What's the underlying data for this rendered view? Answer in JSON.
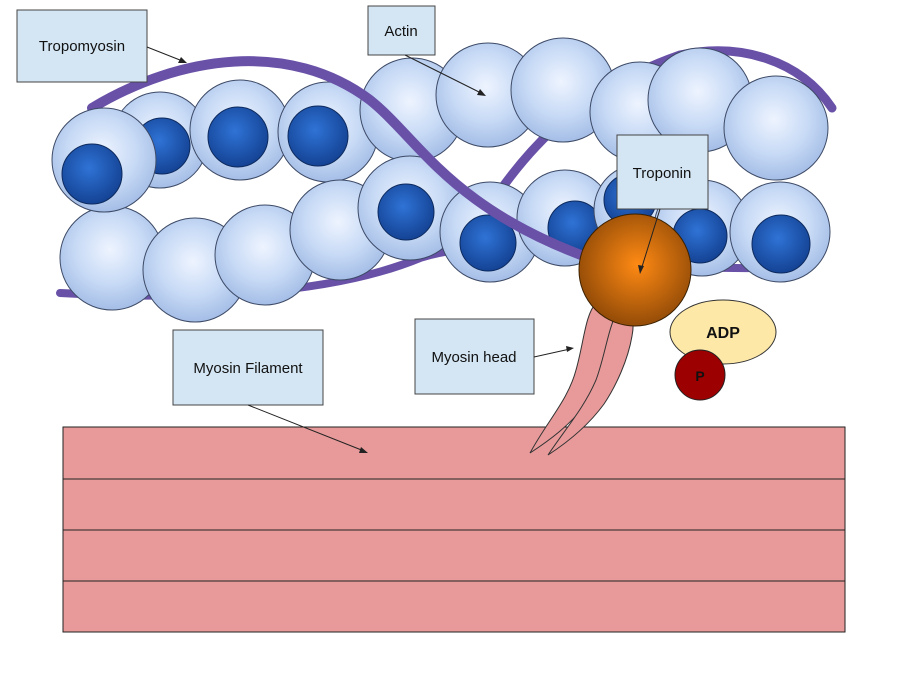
{
  "labels": {
    "tropomyosin": "Tropomyosin",
    "actin": "Actin",
    "troponin": "Troponin",
    "myosin_head": "Myosin head",
    "myosin_filament": "Myosin Filament",
    "adp": "ADP",
    "phosphate": "P"
  },
  "colors": {
    "actin_fill": "#c6d9f5",
    "actin_core": "#1c57b8",
    "tropomyosin": "#6951a8",
    "troponin": "#d9720a",
    "myosin": "#e89a9a",
    "adp": "#fde8a8",
    "phosphate": "#9c0000",
    "label_box": "#d4e6f4"
  }
}
